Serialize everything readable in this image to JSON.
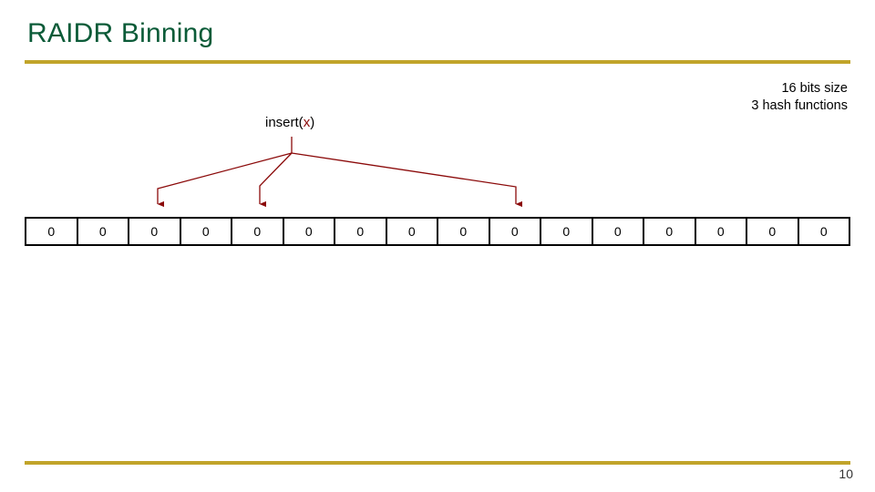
{
  "slide": {
    "title": "RAIDR Binning",
    "page_number": "10",
    "accent_rule_color": "#C1A42A",
    "title_color": "#0B5B38",
    "arrow_color": "#8B0A0A",
    "background_color": "#FFFFFF"
  },
  "annotation": {
    "line1": "16 bits size",
    "line2": "3 hash functions"
  },
  "insert_label": {
    "prefix": "insert(",
    "variable": "x",
    "suffix": ")"
  },
  "bit_array": {
    "bit_count": 16,
    "bits": [
      "0",
      "0",
      "0",
      "0",
      "0",
      "0",
      "0",
      "0",
      "0",
      "0",
      "0",
      "0",
      "0",
      "0",
      "0",
      "0"
    ]
  },
  "hash_arrows": [
    {
      "name": "hash-arrow-1",
      "target_cell_index": 2
    },
    {
      "name": "hash-arrow-2",
      "target_cell_index": 4
    },
    {
      "name": "hash-arrow-3",
      "target_cell_index": 9
    }
  ]
}
